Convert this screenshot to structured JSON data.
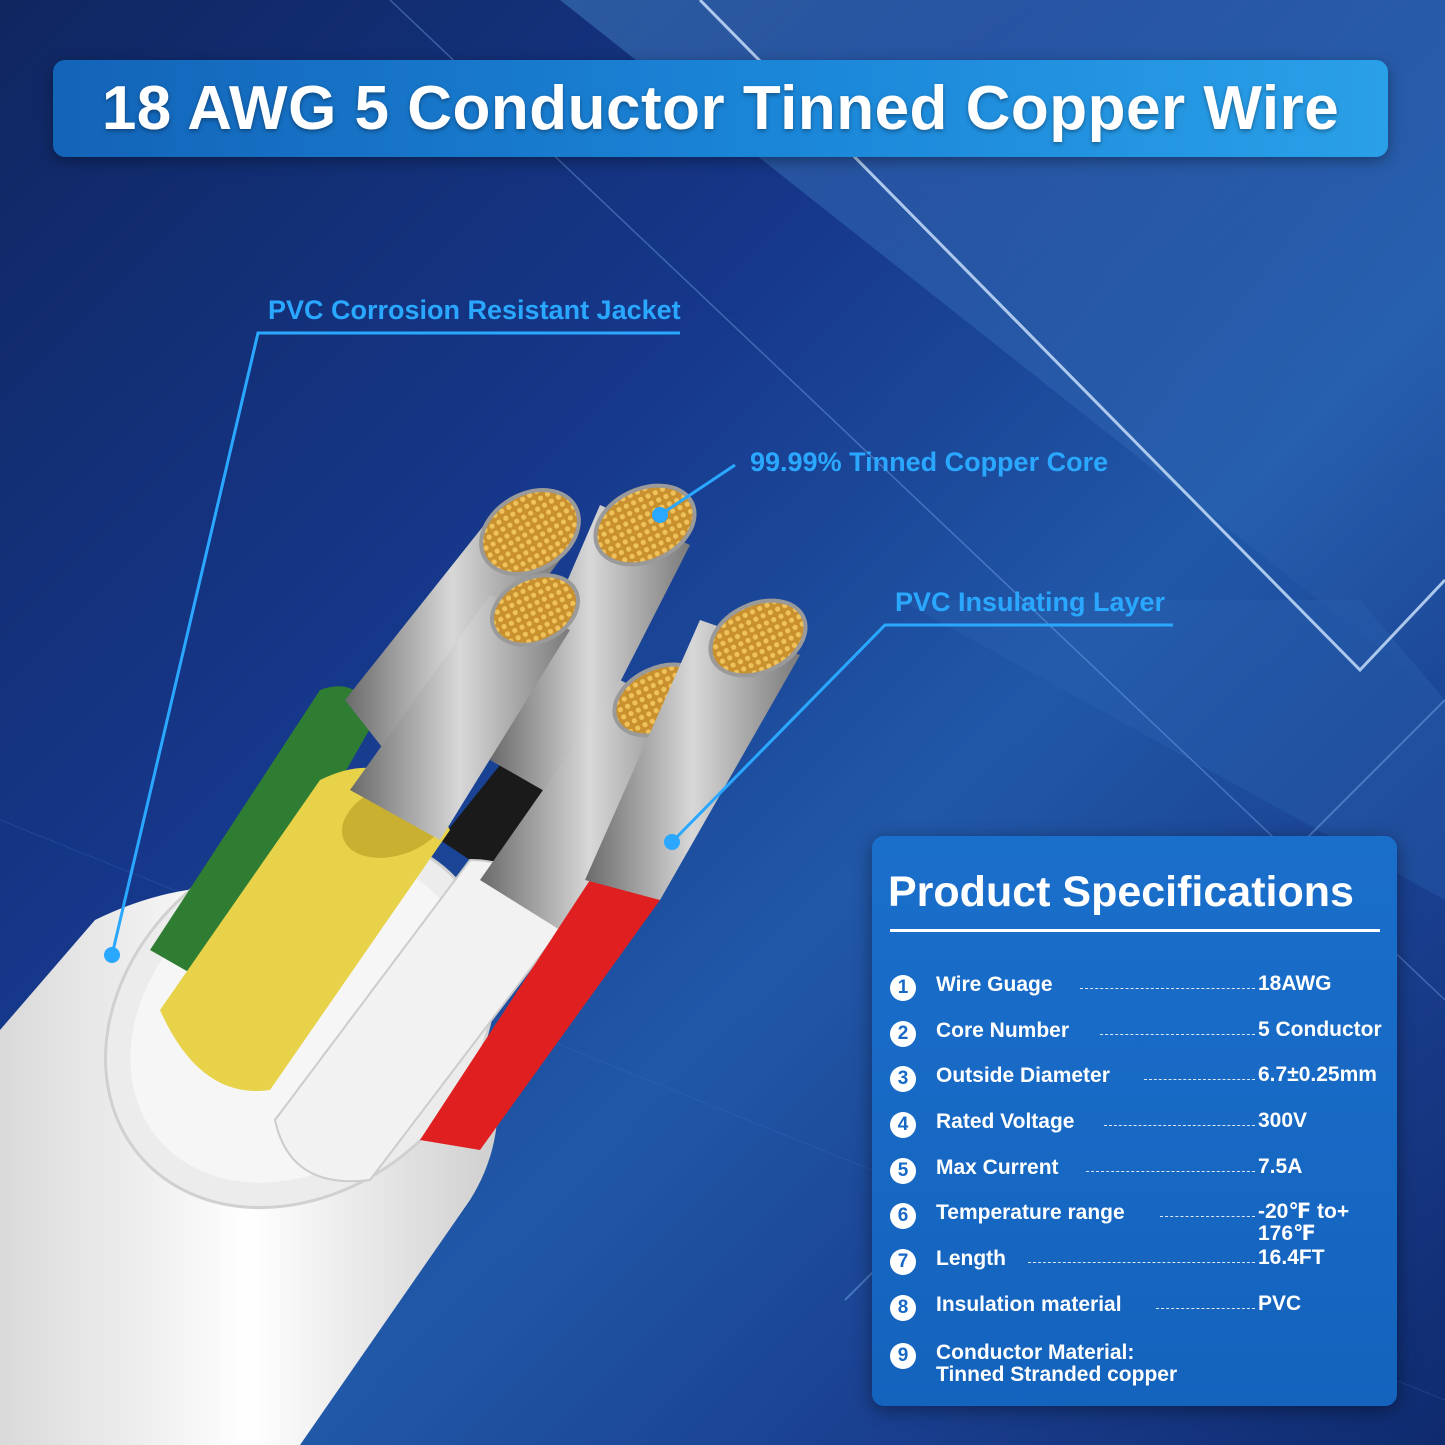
{
  "title": "18 AWG 5 Conductor Tinned Copper Wire",
  "callouts": {
    "jacket": "PVC Corrosion Resistant Jacket",
    "core": "99.99% Tinned Copper Core",
    "insulation": "PVC Insulating Layer"
  },
  "specs": {
    "heading": "Product Specifications",
    "rows": [
      {
        "num": "1",
        "label": "Wire Guage",
        "value": "18AWG"
      },
      {
        "num": "2",
        "label": "Core Number",
        "value": "5 Conductor"
      },
      {
        "num": "3",
        "label": "Outside Diameter",
        "value": "6.7±0.25mm"
      },
      {
        "num": "4",
        "label": "Rated Voltage",
        "value": "300V"
      },
      {
        "num": "5",
        "label": "Max Current",
        "value": "7.5A"
      },
      {
        "num": "6",
        "label": "Temperature range",
        "value": "-20℉ to+",
        "value2": "176℉"
      },
      {
        "num": "7",
        "label": "Length",
        "value": "16.4FT"
      },
      {
        "num": "8",
        "label": "Insulation material",
        "value": "PVC"
      },
      {
        "num": "9",
        "label": "Conductor Material:",
        "label2": "Tinned Stranded copper"
      }
    ]
  },
  "colors": {
    "accent": "#2aa8ff",
    "panel": "#1668c4",
    "wire_green": "#2e7d32",
    "wire_yellow": "#e8d24a",
    "wire_white": "#f2f2f2",
    "wire_red": "#e02020",
    "wire_black": "#1a1a1a",
    "copper": "#d9a441"
  }
}
